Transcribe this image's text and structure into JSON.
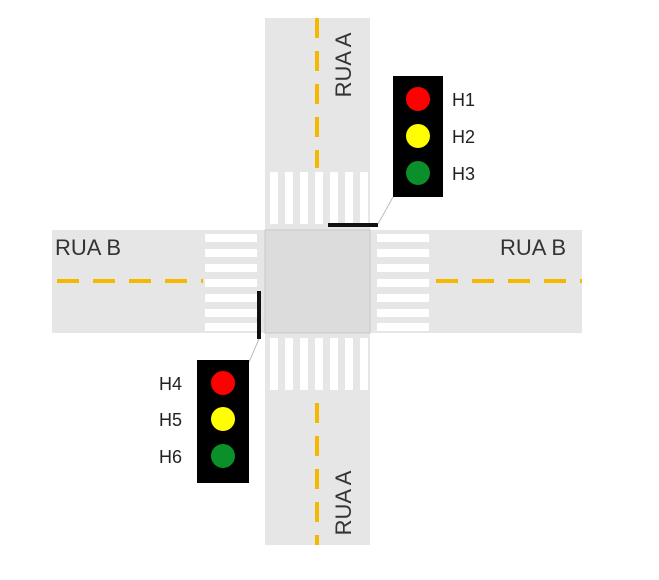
{
  "streets": {
    "vertical_top_label": "RUA A",
    "vertical_bottom_label": "RUA A",
    "horizontal_left_label": "RUA B",
    "horizontal_right_label": "RUA B"
  },
  "traffic_light_1": {
    "lamps": [
      {
        "label": "H1",
        "color": "#ff0000"
      },
      {
        "label": "H2",
        "color": "#ffff00"
      },
      {
        "label": "H3",
        "color": "#0a8f2a"
      }
    ]
  },
  "traffic_light_2": {
    "lamps": [
      {
        "label": "H4",
        "color": "#ff0000"
      },
      {
        "label": "H5",
        "color": "#ffff00"
      },
      {
        "label": "H6",
        "color": "#0a8f2a"
      }
    ]
  },
  "colors": {
    "road": "#e6e6e6",
    "intersection": "#d9d9d9",
    "lane_marking": "#f5b800",
    "crosswalk_stripe": "#ffffff",
    "stop_line": "#111111",
    "light_housing": "#000000"
  }
}
